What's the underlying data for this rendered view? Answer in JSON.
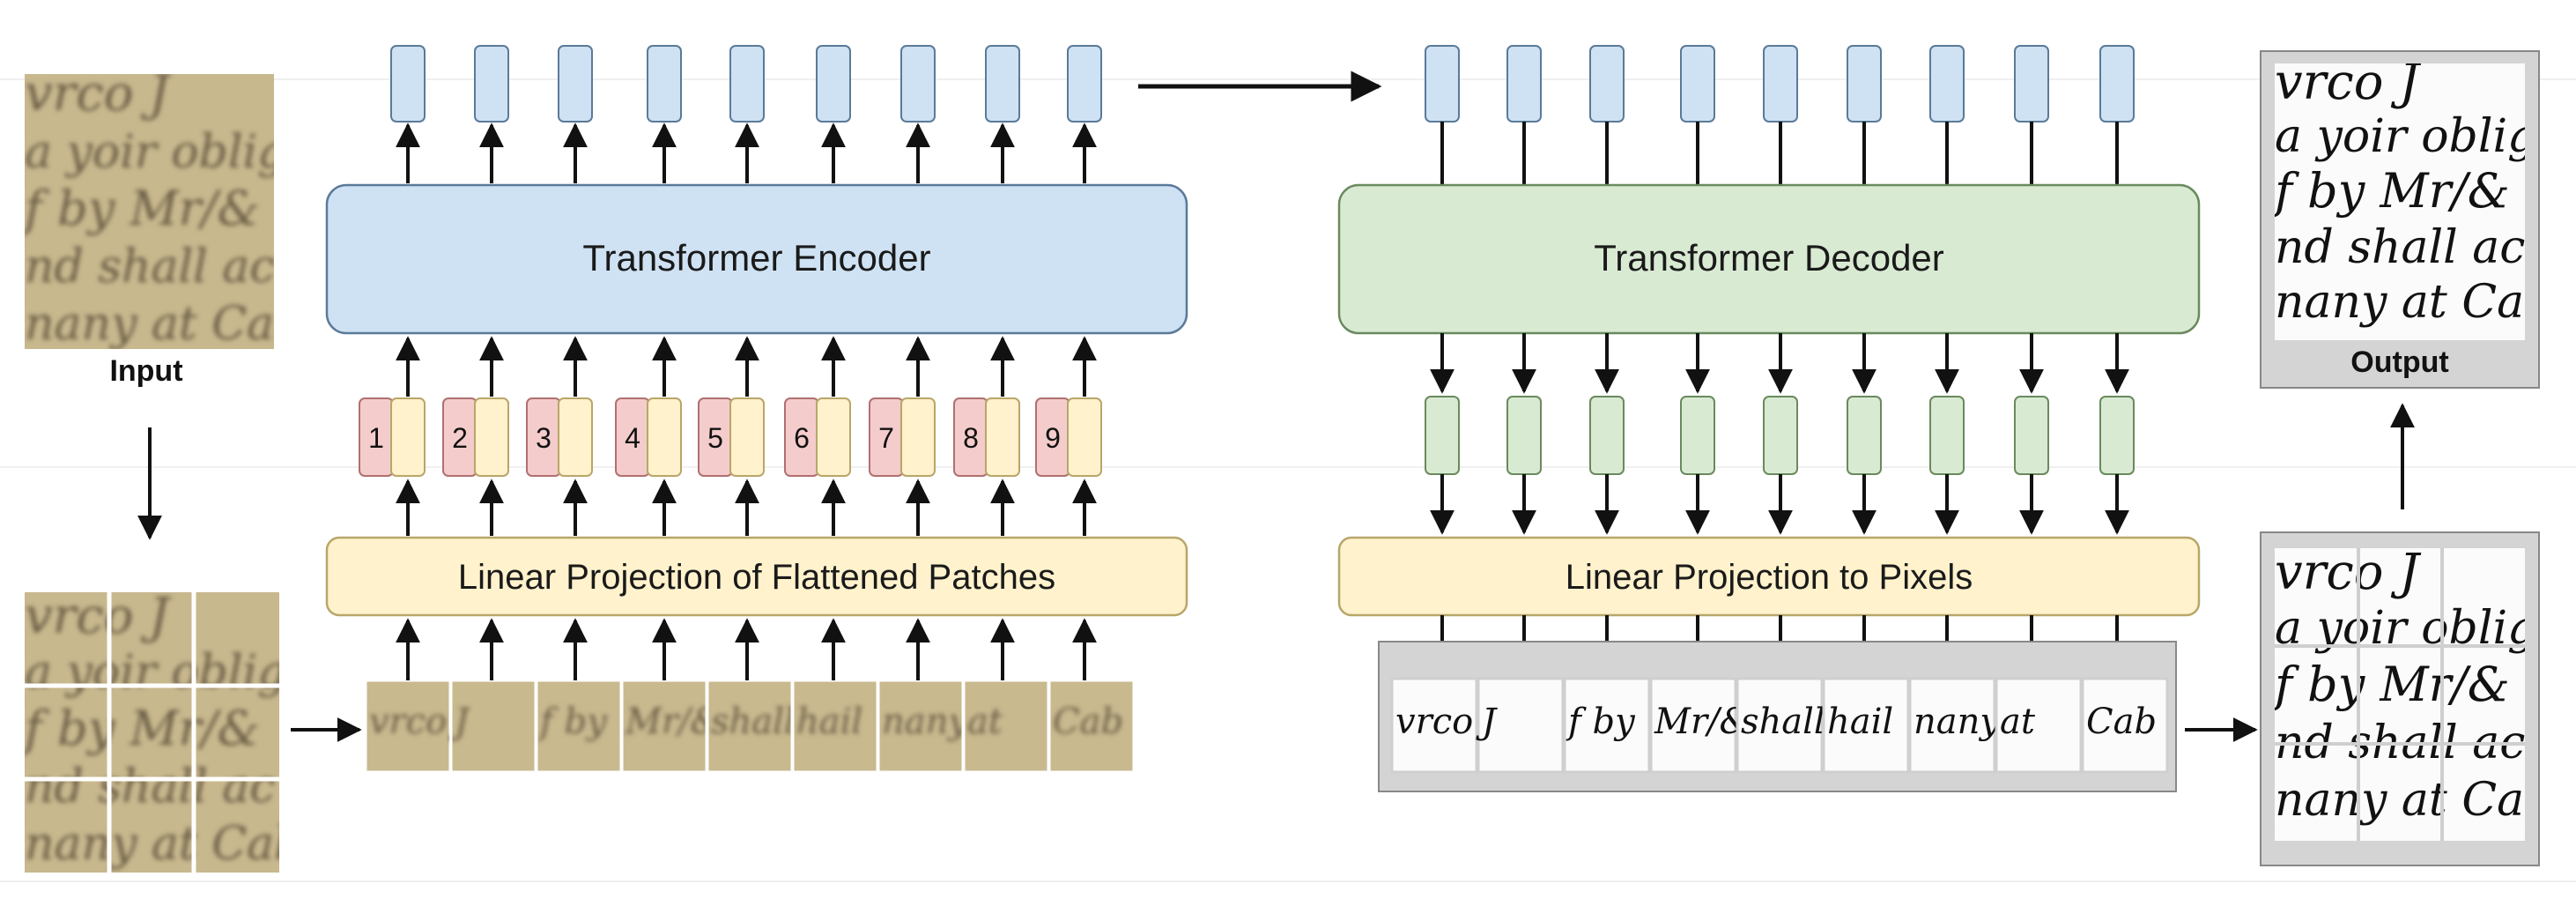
{
  "labels": {
    "input": "Input",
    "output": "Output",
    "encoder": "Transformer Encoder",
    "decoder": "Transformer Decoder",
    "proj_in": "Linear Projection of Flattened Patches",
    "proj_out": "Linear Projection to Pixels"
  },
  "positions": [
    "1",
    "2",
    "3",
    "4",
    "5",
    "6",
    "7",
    "8",
    "9"
  ],
  "handwriting": {
    "rows": [
      "vrco  J",
      "a yoir oblig",
      "f by Mr/&",
      "nd shall ac",
      "nany at Cab"
    ],
    "patches": [
      "vrco",
      "J",
      "f by",
      "Mr/&",
      "shall",
      "hail",
      "nany",
      "at",
      "Cab"
    ]
  },
  "colors": {
    "encoder_fill": "#cfe2f3",
    "encoder_stroke": "#5b7a99",
    "decoder_fill": "#d9ead3",
    "decoder_stroke": "#6a8a5e",
    "projection_fill": "#fff2cc",
    "projection_stroke": "#b8a66a",
    "position_fill": "#f4cccc",
    "position_stroke": "#b07070",
    "parchment": "#c9b98f",
    "ink_faded": "#6b5d45",
    "ink_dark": "#111111",
    "panel_gray": "#d4d4d4"
  }
}
